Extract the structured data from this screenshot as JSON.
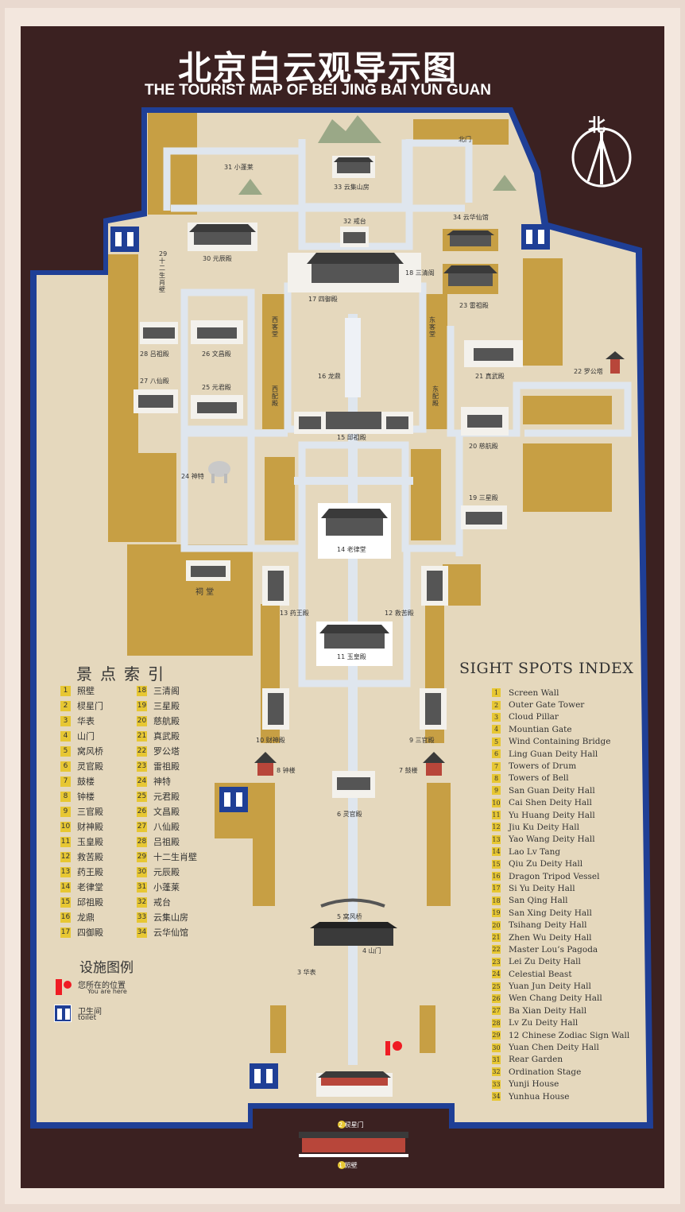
{
  "title_cn": "北京白云观导示图",
  "title_en": "THE TOURIST MAP OF BEI JING BAI YUN GUAN",
  "north_label": "北",
  "north_gate_label": "北门",
  "colors": {
    "frame": "#3b2121",
    "border": "#1f3f96",
    "ground": "#e5d8bd",
    "building_block": "#c79f44",
    "path": "#dfe6ee",
    "wc": "#1f3f96",
    "marker": "#ef1c24"
  },
  "map_labels": {
    "rear_garden": "31 小蓬莱",
    "yunji_house": "33 云集山房",
    "ordination_stage": "32 戒台",
    "yunhua_house": "34 云华仙馆",
    "zodiac_wall": "29 十二生肖壁",
    "yuanchen_hall": "30 元辰殿",
    "sanqing_hall": "18 三清阁",
    "siyu_hall": "17 四御殿",
    "leizu_hall": "23 雷祖殿",
    "west_wing": "西客堂",
    "east_wing": "东客堂",
    "wenchang_hall": "26 文昌殿",
    "zhenwu_hall": "21 真武殿",
    "master_lou_pagoda": "22 罗公塔",
    "baxian_hall": "27 八仙殿",
    "dragon_tripod": "16 龙鼎",
    "west_side_hall": "西配殿",
    "east_side_hall": "东配殿",
    "yuanjun_hall": "25 元君殿",
    "ciyu_hall": "20 慈航殿",
    "lvzu_hall": "28 吕祖殿",
    "qiuzu_hall": "15 邱祖殿",
    "celestial_beast": "24 神特",
    "sanxing_hall": "19 三星殿",
    "laolv_tang": "14 老律堂",
    "ancestral_hall": "祠 堂",
    "yaowang_hall": "13 药王殿",
    "jiuku_hall": "12 救苦殿",
    "yuhuang_hall": "11 玉皇殿",
    "caishen_hall": "10 财神殿",
    "sanguan_hall": "9 三官殿",
    "bell_tower": "8 钟楼",
    "drum_tower": "7 鼓楼",
    "lingguan_hall": "6 灵官殿",
    "wind_bridge": "5 窝风桥",
    "mountain_gate": "4 山门",
    "cloud_pillar": "3 华表",
    "outer_gate": "2 棂星门",
    "screen_wall": "1 照壁"
  },
  "index_header_cn": "景点索引",
  "index_cn_left": [
    {
      "n": "1",
      "t": "照壁"
    },
    {
      "n": "2",
      "t": "棂星门"
    },
    {
      "n": "3",
      "t": "华表"
    },
    {
      "n": "4",
      "t": "山门"
    },
    {
      "n": "5",
      "t": "窝风桥"
    },
    {
      "n": "6",
      "t": "灵官殿"
    },
    {
      "n": "7",
      "t": "鼓楼"
    },
    {
      "n": "8",
      "t": "钟楼"
    },
    {
      "n": "9",
      "t": "三官殿"
    },
    {
      "n": "10",
      "t": "财神殿"
    },
    {
      "n": "11",
      "t": "玉皇殿"
    },
    {
      "n": "12",
      "t": "救苦殿"
    },
    {
      "n": "13",
      "t": "药王殿"
    },
    {
      "n": "14",
      "t": "老律堂"
    },
    {
      "n": "15",
      "t": "邱祖殿"
    },
    {
      "n": "16",
      "t": "龙鼎"
    },
    {
      "n": "17",
      "t": "四御殿"
    }
  ],
  "index_cn_right": [
    {
      "n": "18",
      "t": "三清阁"
    },
    {
      "n": "19",
      "t": "三星殿"
    },
    {
      "n": "20",
      "t": "慈航殿"
    },
    {
      "n": "21",
      "t": "真武殿"
    },
    {
      "n": "22",
      "t": "罗公塔"
    },
    {
      "n": "23",
      "t": "雷祖殿"
    },
    {
      "n": "24",
      "t": "神特"
    },
    {
      "n": "25",
      "t": "元君殿"
    },
    {
      "n": "26",
      "t": "文昌殿"
    },
    {
      "n": "27",
      "t": "八仙殿"
    },
    {
      "n": "28",
      "t": "吕祖殿"
    },
    {
      "n": "29",
      "t": "十二生肖壁"
    },
    {
      "n": "30",
      "t": "元辰殿"
    },
    {
      "n": "31",
      "t": "小蓬莱"
    },
    {
      "n": "32",
      "t": "戒台"
    },
    {
      "n": "33",
      "t": "云集山房"
    },
    {
      "n": "34",
      "t": "云华仙馆"
    }
  ],
  "legend_header": "设施图例",
  "legend_you_are_here_cn": "您所在的位置",
  "legend_you_are_here_en": "You are here",
  "legend_toilet_cn": "卫生间",
  "legend_toilet_en": "toilet",
  "index_header_en": "SIGHT SPOTS INDEX",
  "index_en": [
    {
      "n": "1",
      "t": "Screen Wall"
    },
    {
      "n": "2",
      "t": "Outer Gate Tower"
    },
    {
      "n": "3",
      "t": "Cloud Pillar"
    },
    {
      "n": "4",
      "t": "Mountian Gate"
    },
    {
      "n": "5",
      "t": "Wind Containing Bridge"
    },
    {
      "n": "6",
      "t": "Ling Guan Deity Hall"
    },
    {
      "n": "7",
      "t": "Towers of Drum"
    },
    {
      "n": "8",
      "t": "Towers of Bell"
    },
    {
      "n": "9",
      "t": "San Guan Deity Hall"
    },
    {
      "n": "10",
      "t": "Cai Shen Deity Hall"
    },
    {
      "n": "11",
      "t": "Yu Huang Deity Hall"
    },
    {
      "n": "12",
      "t": "Jiu Ku Deity Hall"
    },
    {
      "n": "13",
      "t": "Yao Wang Deity Hall"
    },
    {
      "n": "14",
      "t": "Lao Lv Tang"
    },
    {
      "n": "15",
      "t": "Qiu Zu Deity Hall"
    },
    {
      "n": "16",
      "t": "Dragon Tripod Vessel"
    },
    {
      "n": "17",
      "t": "Si Yu Deity Hall"
    },
    {
      "n": "18",
      "t": "San Qing Hall"
    },
    {
      "n": "19",
      "t": "San Xing Deity Hall"
    },
    {
      "n": "20",
      "t": "Tsihang Deity Hall"
    },
    {
      "n": "21",
      "t": "Zhen Wu Deity Hall"
    },
    {
      "n": "22",
      "t": "Master Lou’s Pagoda"
    },
    {
      "n": "23",
      "t": "Lei Zu Deity Hall"
    },
    {
      "n": "24",
      "t": "Celestial Beast"
    },
    {
      "n": "25",
      "t": "Yuan Jun Deity Hall"
    },
    {
      "n": "26",
      "t": "Wen Chang Deity Hall"
    },
    {
      "n": "27",
      "t": "Ba Xian Deity Hall"
    },
    {
      "n": "28",
      "t": "Lv Zu Deity Hall"
    },
    {
      "n": "29",
      "t": "12 Chinese Zodiac Sign Wall"
    },
    {
      "n": "30",
      "t": "Yuan Chen Deity Hall"
    },
    {
      "n": "31",
      "t": "Rear Garden"
    },
    {
      "n": "32",
      "t": "Ordination Stage"
    },
    {
      "n": "33",
      "t": "Yunji House"
    },
    {
      "n": "34",
      "t": "Yunhua House"
    }
  ]
}
